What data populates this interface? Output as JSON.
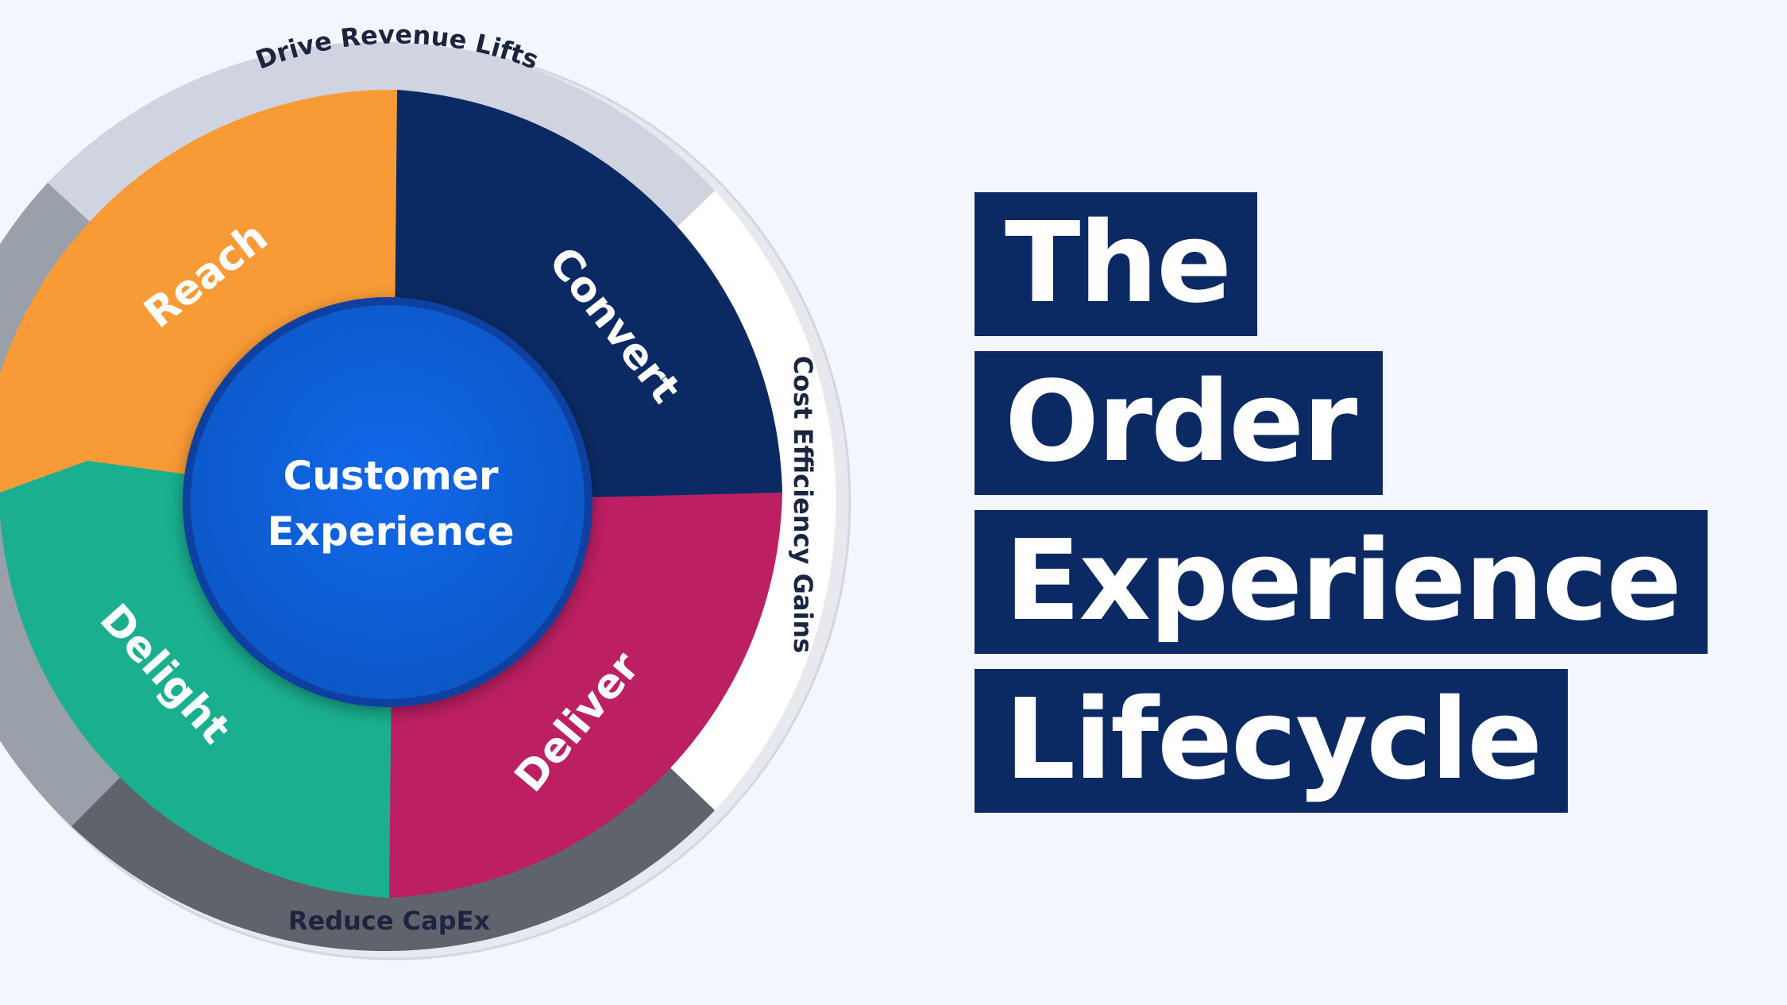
{
  "diagram": {
    "center": {
      "label_line1": "Customer",
      "label_line2": "Experience"
    },
    "segments": [
      {
        "label": "Reach",
        "color": "#f89a35"
      },
      {
        "label": "Convert",
        "color": "#0b2a63"
      },
      {
        "label": "Deliver",
        "color": "#bd1f63"
      },
      {
        "label": "Delight",
        "color": "#1aaf8e"
      }
    ],
    "outer_ring": [
      {
        "label": "Drive Revenue Lifts",
        "color": "#cfd4e0"
      },
      {
        "label": "Cost Efficiency Gains",
        "color": "#ffffff"
      },
      {
        "label": "Reduce CapEx",
        "color": "#5f646c"
      }
    ],
    "center_color": "#0f63e0"
  },
  "title": {
    "lines": [
      "The",
      "Order",
      "Experience",
      "Lifecycle"
    ],
    "background": "#0b2a63"
  }
}
